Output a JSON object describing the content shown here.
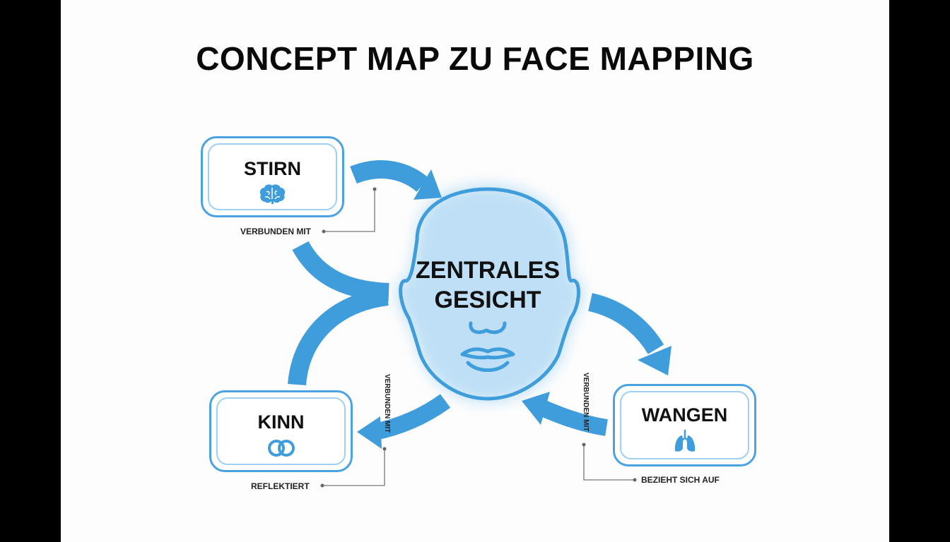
{
  "title": "CONCEPT MAP ZU FACE MAPPING",
  "center": {
    "line1": "ZENTRALES",
    "line2": "GESICHT"
  },
  "nodes": {
    "stirn": {
      "label": "STIRN",
      "icon": "brain-icon"
    },
    "kinn": {
      "label": "KINN",
      "icon": "link-rings-icon"
    },
    "wangen": {
      "label": "WANGEN",
      "icon": "lungs-icon"
    }
  },
  "relations": {
    "stirn": "VERBUNDEN MIT",
    "kinn_side": "VERBUNDEN MIT",
    "kinn": "REFLEKTIERT",
    "wangen_side": "VERBUNDEN MIT",
    "wangen": "BEZIEHT SICH AUF"
  },
  "colors": {
    "accent": "#3f9ddc",
    "accent_light": "#9fd0f2",
    "text": "#111111",
    "background": "#fdfdfd",
    "frame": "#000000"
  }
}
